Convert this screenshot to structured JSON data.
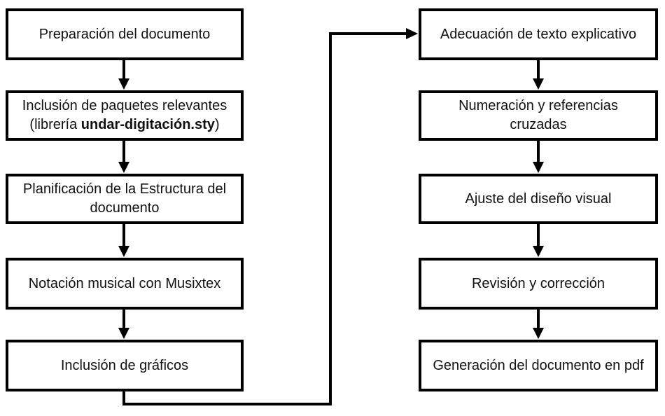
{
  "left_steps": [
    {
      "label": "Preparación del documento"
    },
    {
      "line1": "Inclusión de paquetes relevantes",
      "line2_prefix": "(librería ",
      "line2_bold": "undar-digitación.sty",
      "line2_suffix": ")"
    },
    {
      "line1": "Planificación de la Estructura del",
      "line2": "documento"
    },
    {
      "label": "Notación musical con Musixtex"
    },
    {
      "label": "Inclusión de gráficos"
    }
  ],
  "right_steps": [
    {
      "label": "Adecuación de texto explicativo"
    },
    {
      "label": "Numeración y referencias cruzadas"
    },
    {
      "label": "Ajuste del diseño visual"
    },
    {
      "label": "Revisión y corrección"
    },
    {
      "label": "Generación del documento en pdf"
    }
  ],
  "colors": {
    "stroke": "#000000",
    "fill": "#ffffff",
    "text": "#111111"
  }
}
